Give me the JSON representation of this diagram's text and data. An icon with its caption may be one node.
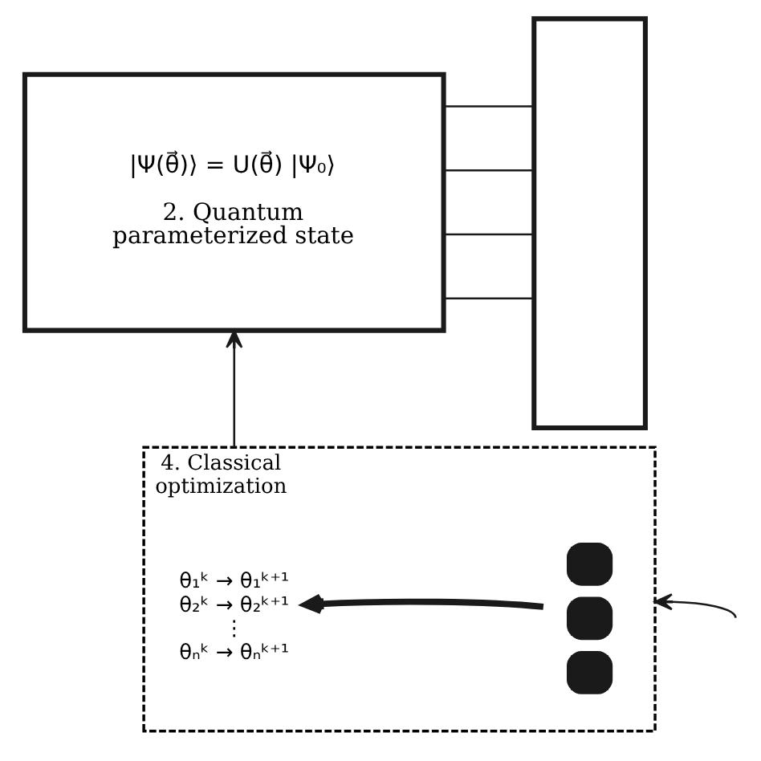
{
  "diagram": {
    "nodes": [
      {
        "text": [
          "|Ψ(θ⃗)⟩ = U(θ⃗) |Ψ₀⟩",
          "2. Quantum parameterized state"
        ]
      },
      {
        "text": [],
        "shape": "box"
      },
      {
        "text": [
          "4. Classical optimization"
        ]
      },
      {
        "text": [
          "θ₁ᵏ → θ₁ᵏ⁺¹",
          "θ₂ᵏ → θ₂ᵏ⁺¹",
          "⋮",
          "θₙᵏ → θₙᵏ⁺¹"
        ],
        "in": 2
      },
      {
        "text": [],
        "shape": "picture",
        "in": 2
      }
    ],
    "edges": [
      {
        "from": 0,
        "to": 1,
        "arrow": "none"
      },
      {
        "from": 0,
        "to": 1,
        "arrow": "none"
      },
      {
        "from": 0,
        "to": 1,
        "arrow": "none"
      },
      {
        "from": 0,
        "to": 1,
        "arrow": "none"
      },
      {
        "from": 2,
        "to": 0,
        "arrow": "to"
      },
      {
        "from": 4,
        "to": 3,
        "arrow": "to",
        "style": "thick"
      },
      {
        "from": null,
        "to": 2,
        "arrow": "to"
      }
    ]
  }
}
